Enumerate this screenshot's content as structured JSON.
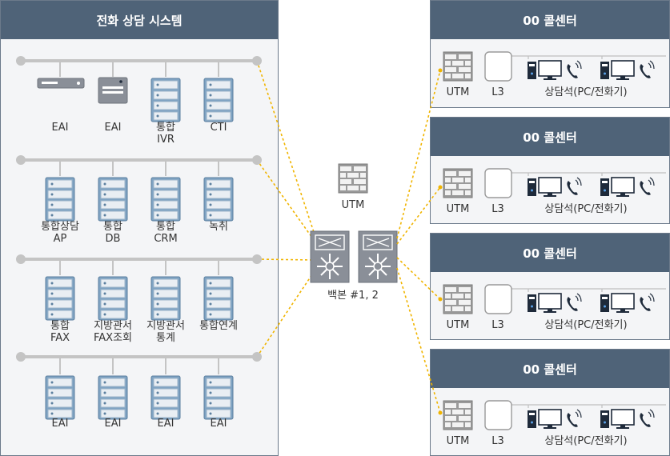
{
  "system": {
    "title": "전화 상담 시스템",
    "rows": [
      [
        "EAI",
        "EAI",
        "통합\nIVR",
        "CTI"
      ],
      [
        "통합상담\nAP",
        "통합\nDB",
        "통합\nCRM",
        "녹취"
      ],
      [
        "통합\nFAX",
        "지방관서\nFAX조회",
        "지방관서\n통계",
        "통합연계"
      ],
      [
        "EAI",
        "EAI",
        "EAI",
        "EAI"
      ]
    ]
  },
  "core": {
    "utm_label": "UTM",
    "backbone_label": "백본 #1, 2"
  },
  "call_centers": [
    {
      "title": "00 콜센터",
      "utm": "UTM",
      "l3": "L3",
      "agents": "상담석(PC/전화기)"
    },
    {
      "title": "00 콜센터",
      "utm": "UTM",
      "l3": "L3",
      "agents": "상담석(PC/전화기)"
    },
    {
      "title": "00 콜센터",
      "utm": "UTM",
      "l3": "L3",
      "agents": "상담석(PC/전화기)"
    },
    {
      "title": "00 콜센터",
      "utm": "UTM",
      "l3": "L3",
      "agents": "상담석(PC/전화기)"
    }
  ],
  "colors": {
    "header": "#4f6378",
    "bus": "#c4c4c4",
    "link": "#f0b400",
    "server": "#7fa3c3",
    "switch": "#8a8f98"
  }
}
